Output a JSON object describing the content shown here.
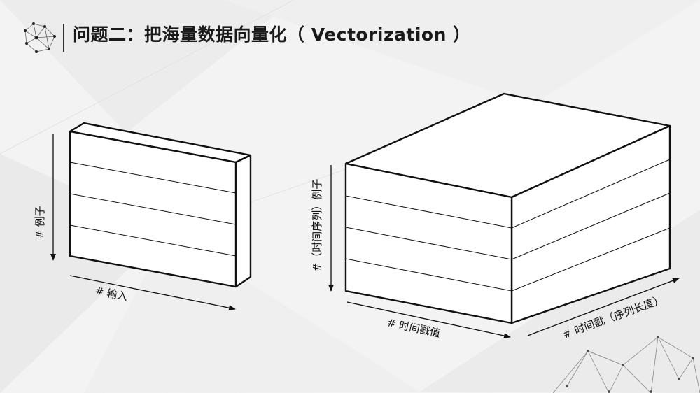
{
  "slide": {
    "title": "问题二：把海量数据向量化（ Vectorization ）"
  },
  "diagram_2d": {
    "y_label": "# 例子",
    "x_label": "# 输入"
  },
  "diagram_3d": {
    "y_label": "#（时间序列）例子",
    "x_label": "# 时间戳值",
    "z_label": "# 时间戳（序列长度）"
  },
  "colors": {
    "background": "#f3f3f3",
    "stroke": "#111111",
    "box_face": "#ffffff"
  },
  "icons": [
    "network-logo-icon",
    "network-decoration-icon"
  ]
}
